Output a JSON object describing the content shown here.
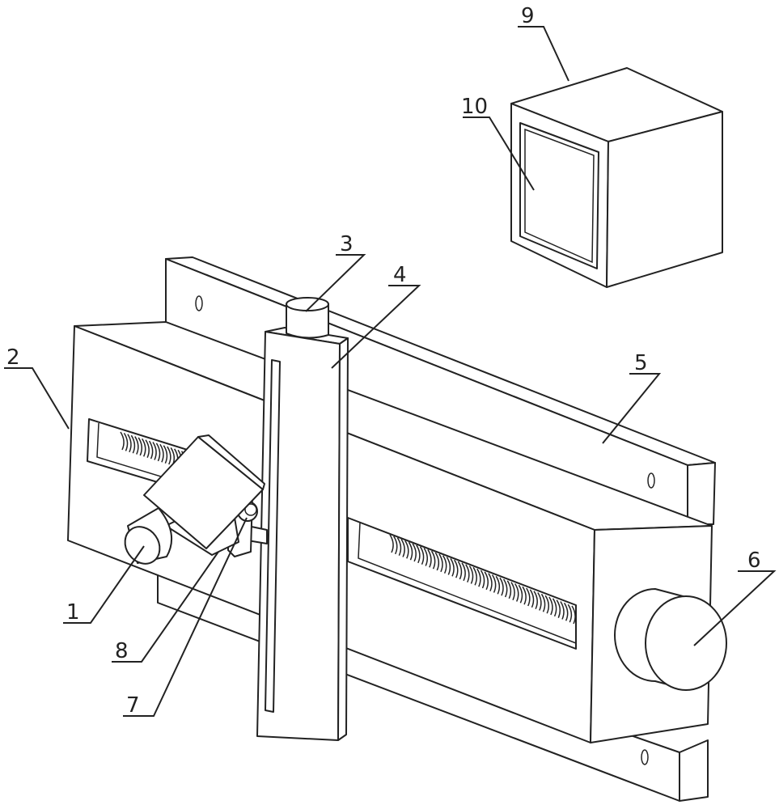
{
  "diagram": {
    "type": "patent mechanical drawing",
    "labels": {
      "part1": "1",
      "part2": "2",
      "part3": "3",
      "part4": "4",
      "part5": "5",
      "part6": "6",
      "part7": "7",
      "part8": "8",
      "part9": "9",
      "part10": "10"
    },
    "line_color": "#222222",
    "background": "#ffffff"
  }
}
